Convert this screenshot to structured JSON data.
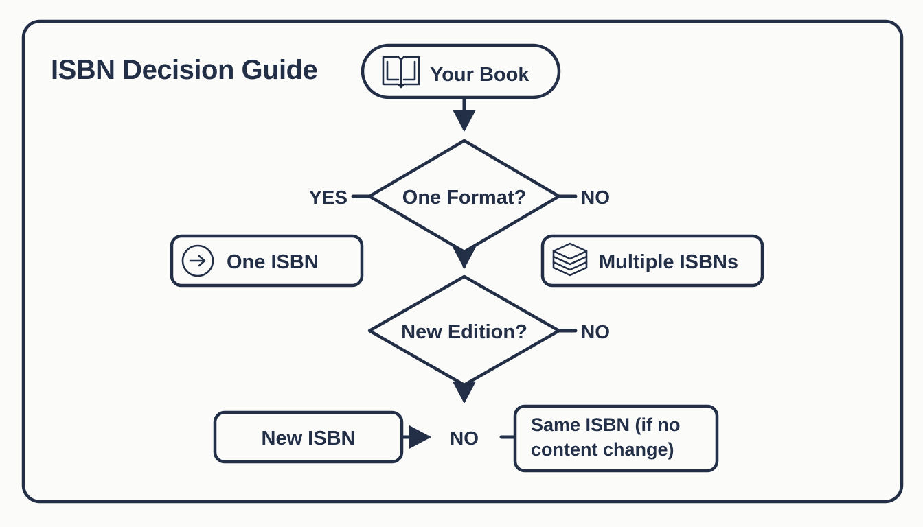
{
  "page": {
    "title": "ISBN Decision Guide",
    "background_color": "#fbfbfa",
    "ink_color": "#232f47",
    "frame": {
      "stroke_color": "#232f47",
      "corner_radius": 22
    }
  },
  "diagram": {
    "type": "flowchart",
    "start_node": {
      "id": "your-book",
      "label": "Your Book",
      "shape": "pill",
      "icon": "open-book-icon"
    },
    "decisions": [
      {
        "id": "one-format",
        "label": "One Format?",
        "shape": "diamond",
        "branches": [
          {
            "label": "YES",
            "side": "left",
            "target": "one-isbn"
          },
          {
            "label": "NO",
            "side": "right",
            "target": "multiple-isbns"
          },
          {
            "label": "",
            "side": "bottom",
            "target": "new-edition"
          }
        ]
      },
      {
        "id": "new-edition",
        "label": "New Edition?",
        "shape": "diamond",
        "branches": [
          {
            "label": "NO",
            "side": "right",
            "target": "same-isbn"
          },
          {
            "label": "NO",
            "side": "bottom",
            "target": "same-isbn"
          }
        ]
      }
    ],
    "outcomes": [
      {
        "id": "one-isbn",
        "label": "One ISBN",
        "shape": "rounded-rect",
        "icon": "arrow-right-circle-icon"
      },
      {
        "id": "multiple-isbns",
        "label": "Multiple ISBNs",
        "shape": "rounded-rect",
        "icon": "stacked-books-icon"
      },
      {
        "id": "new-isbn",
        "label": "New ISBN",
        "shape": "rounded-rect",
        "icon": null
      },
      {
        "id": "same-isbn",
        "label_line1": "Same ISBN (if no",
        "label_line2": "content change)",
        "shape": "rounded-rect",
        "icon": null
      }
    ],
    "edge_labels": {
      "one_format_yes": "YES",
      "one_format_no": "NO",
      "new_edition_no": "NO",
      "bottom_no": "NO"
    }
  }
}
